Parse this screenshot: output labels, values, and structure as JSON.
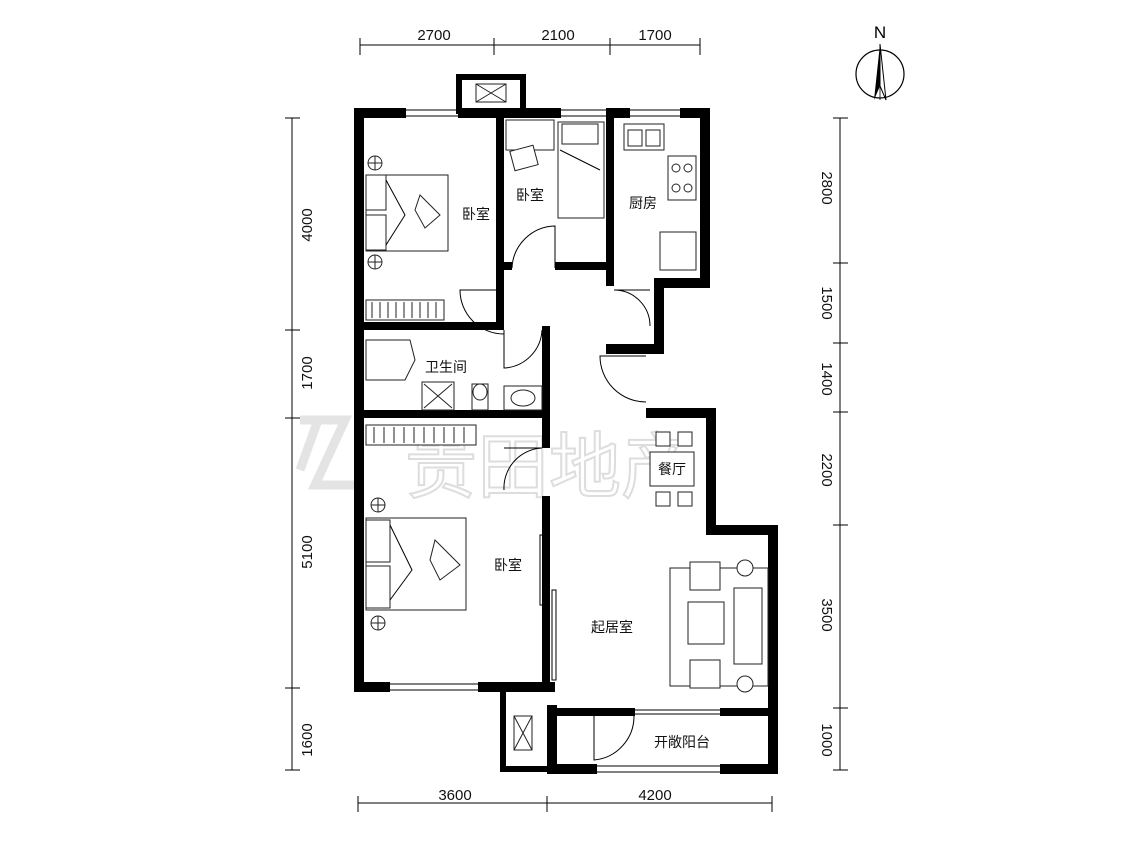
{
  "dimensions": {
    "top": [
      "2700",
      "2100",
      "1700"
    ],
    "bottom": [
      "3600",
      "4200"
    ],
    "left": [
      "4000",
      "1700",
      "5100",
      "1600"
    ],
    "right": [
      "2800",
      "1500",
      "1400",
      "2200",
      "3500",
      "1000"
    ]
  },
  "rooms": {
    "bedroom_master": "卧室",
    "bedroom_second": "卧室",
    "kitchen": "厨房",
    "bathroom": "卫生间",
    "dining": "餐厅",
    "bedroom_third": "卧室",
    "living": "起居室",
    "balcony": "开敞阳台"
  },
  "compass": {
    "label": "N"
  },
  "watermark": {
    "text": "贵田地产"
  },
  "colors": {
    "wall": "#000000",
    "background": "#ffffff",
    "watermark": "#cfcfcf"
  }
}
